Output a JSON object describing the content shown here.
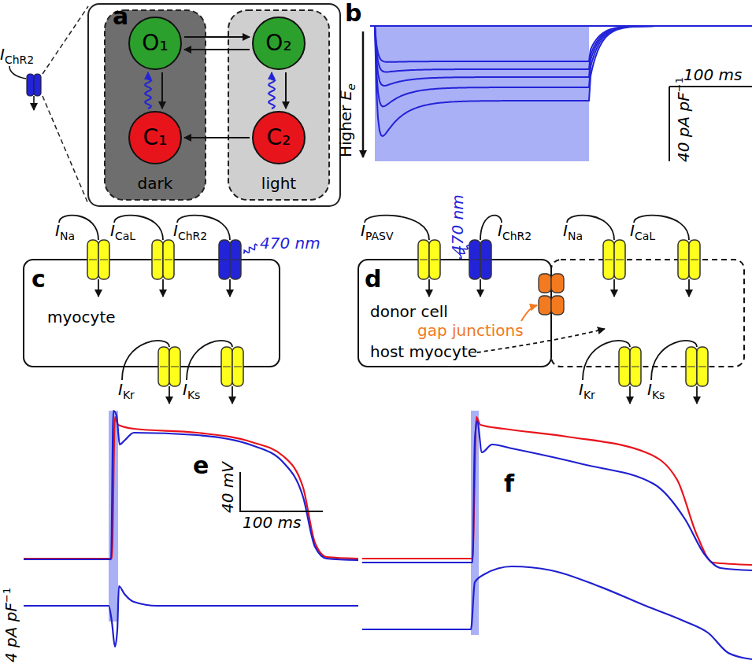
{
  "diagram": {
    "nodes": [
      {
        "text": [
          "dark"
        ]
      },
      {
        "text": [
          "O₁"
        ],
        "in": 0
      },
      {
        "text": [
          "C₁"
        ],
        "in": 0
      },
      {
        "text": [
          "light"
        ]
      },
      {
        "text": [
          "O₂"
        ],
        "in": 3
      },
      {
        "text": [
          "C₂"
        ],
        "in": 3
      },
      {
        "text": [
          "myocyte"
        ]
      },
      {
        "text": [
          "donor cell"
        ]
      }
    ],
    "edges": [
      {
        "from": 1,
        "to": 4,
        "arrow": "to"
      },
      {
        "from": 4,
        "to": 1,
        "arrow": "to"
      },
      {
        "from": 2,
        "to": 1,
        "arrow": "to"
      },
      {
        "from": 1,
        "to": 2,
        "arrow": "to"
      },
      {
        "from": 5,
        "to": 4,
        "arrow": "to"
      },
      {
        "from": 4,
        "to": 5,
        "arrow": "to"
      },
      {
        "from": 5,
        "to": 2,
        "arrow": "to"
      }
    ],
    "labels": [
      "a",
      "b",
      "c",
      "d",
      "e",
      "f",
      "I",
      "ChR2",
      "Higher",
      "E",
      "e",
      "100 ms",
      "40 pA pF",
      "−1",
      "I",
      "Na",
      "I",
      "CaL",
      "I",
      "ChR2",
      "470 nm",
      "I",
      "Kr",
      "I",
      "Ks",
      "I",
      "PASV",
      "470 nm",
      "I",
      "ChR2",
      "I",
      "Na",
      "I",
      "CaL",
      "gap junctions",
      "host myocyte",
      "I",
      "Kr",
      "I",
      "Ks",
      "40 mV",
      "100 ms",
      "4 pA pF",
      "−1"
    ]
  }
}
